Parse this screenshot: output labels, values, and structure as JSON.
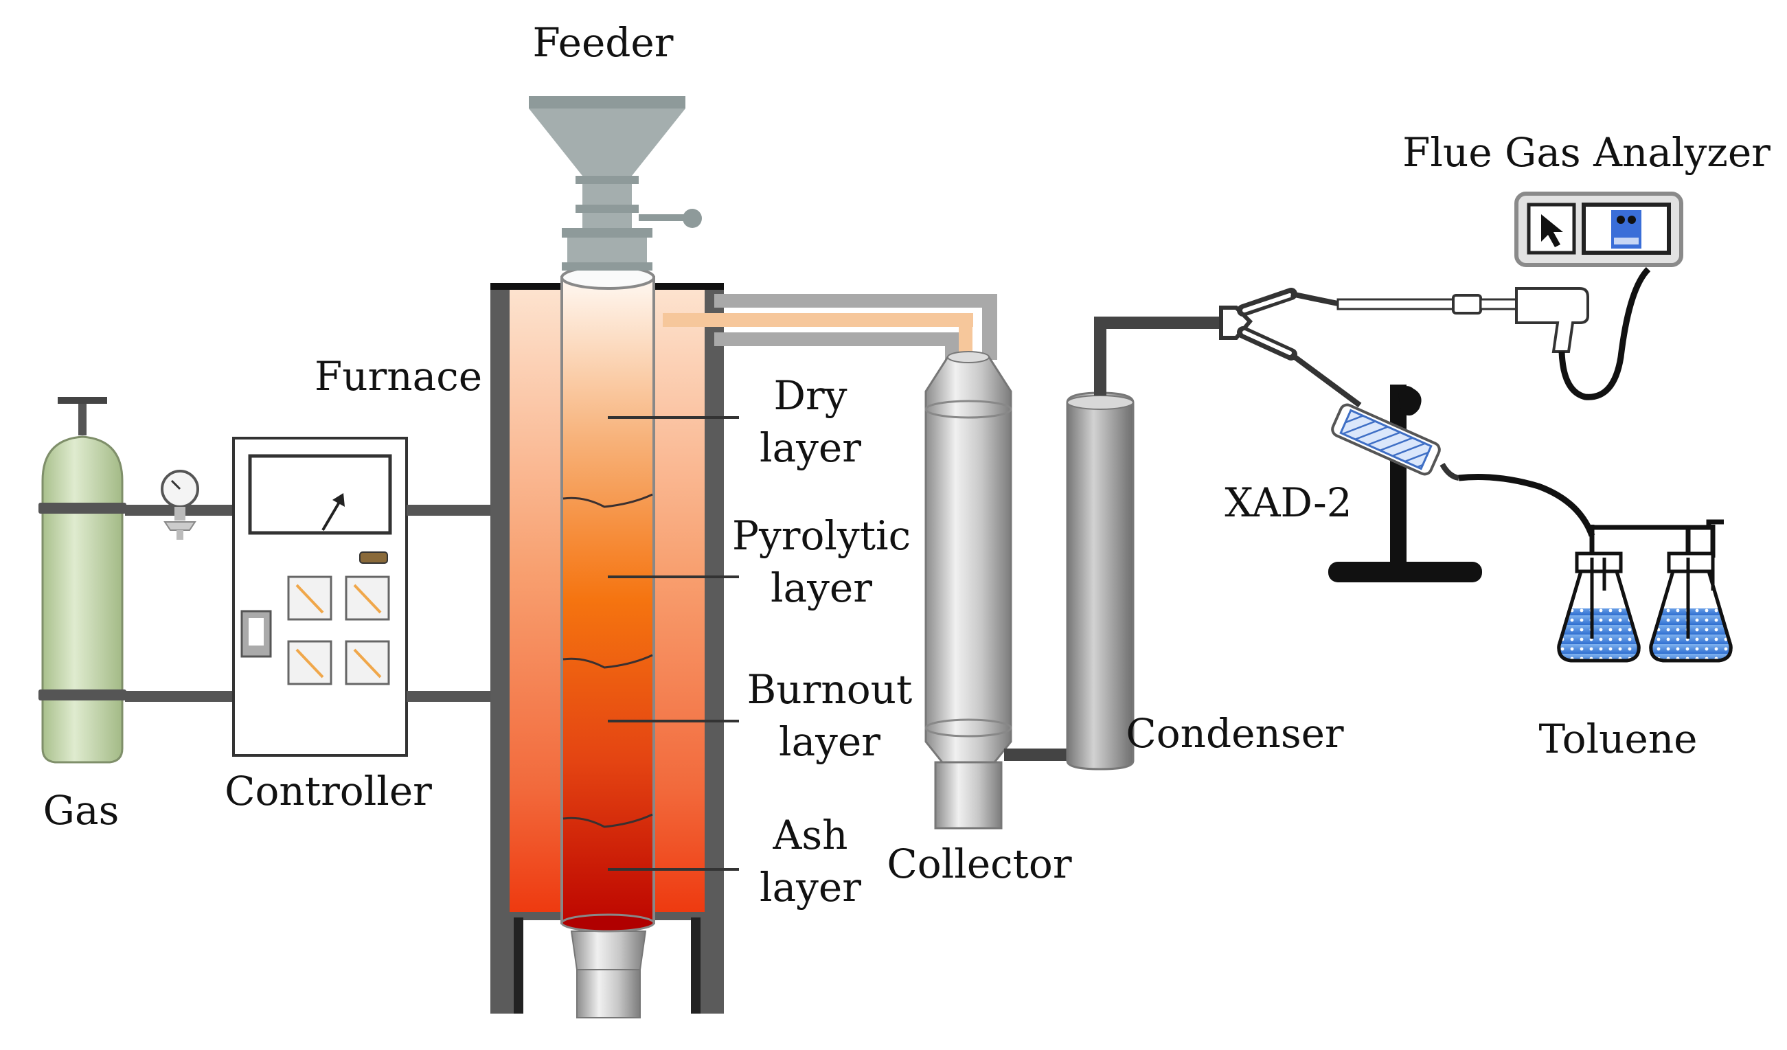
{
  "labels": {
    "feeder": "Feeder",
    "flue_gas_analyzer": "Flue Gas Analyzer",
    "furnace": "Furnace",
    "gas": "Gas",
    "controller": "Controller",
    "dry_1": "Dry",
    "dry_2": "layer",
    "pyrolytic_1": "Pyrolytic",
    "pyrolytic_2": "layer",
    "burnout_1": "Burnout",
    "burnout_2": "layer",
    "ash_1": "Ash",
    "ash_2": "layer",
    "collector": "Collector",
    "condenser": "Condenser",
    "xad2": "XAD-2",
    "toluene": "Toluene"
  },
  "colors": {
    "furnace_wall": "#5a5a5a",
    "furnace_hot_top": "#fde3cf",
    "furnace_hot_bottom": "#e8380b",
    "tube_top": "#fff6ee",
    "tube_bottom": "#c40a00",
    "metal_dark": "#8a8a8a",
    "metal_light": "#e6e6e6",
    "pipe": "#444444",
    "gas_cylinder": "#c9dcb0",
    "liquid": "#4f8fe0"
  },
  "icons": [
    "gas-cylinder-icon",
    "pressure-gauge-icon",
    "meter-icon",
    "hopper-icon",
    "flask-icon",
    "analyzer-screen-icon"
  ]
}
